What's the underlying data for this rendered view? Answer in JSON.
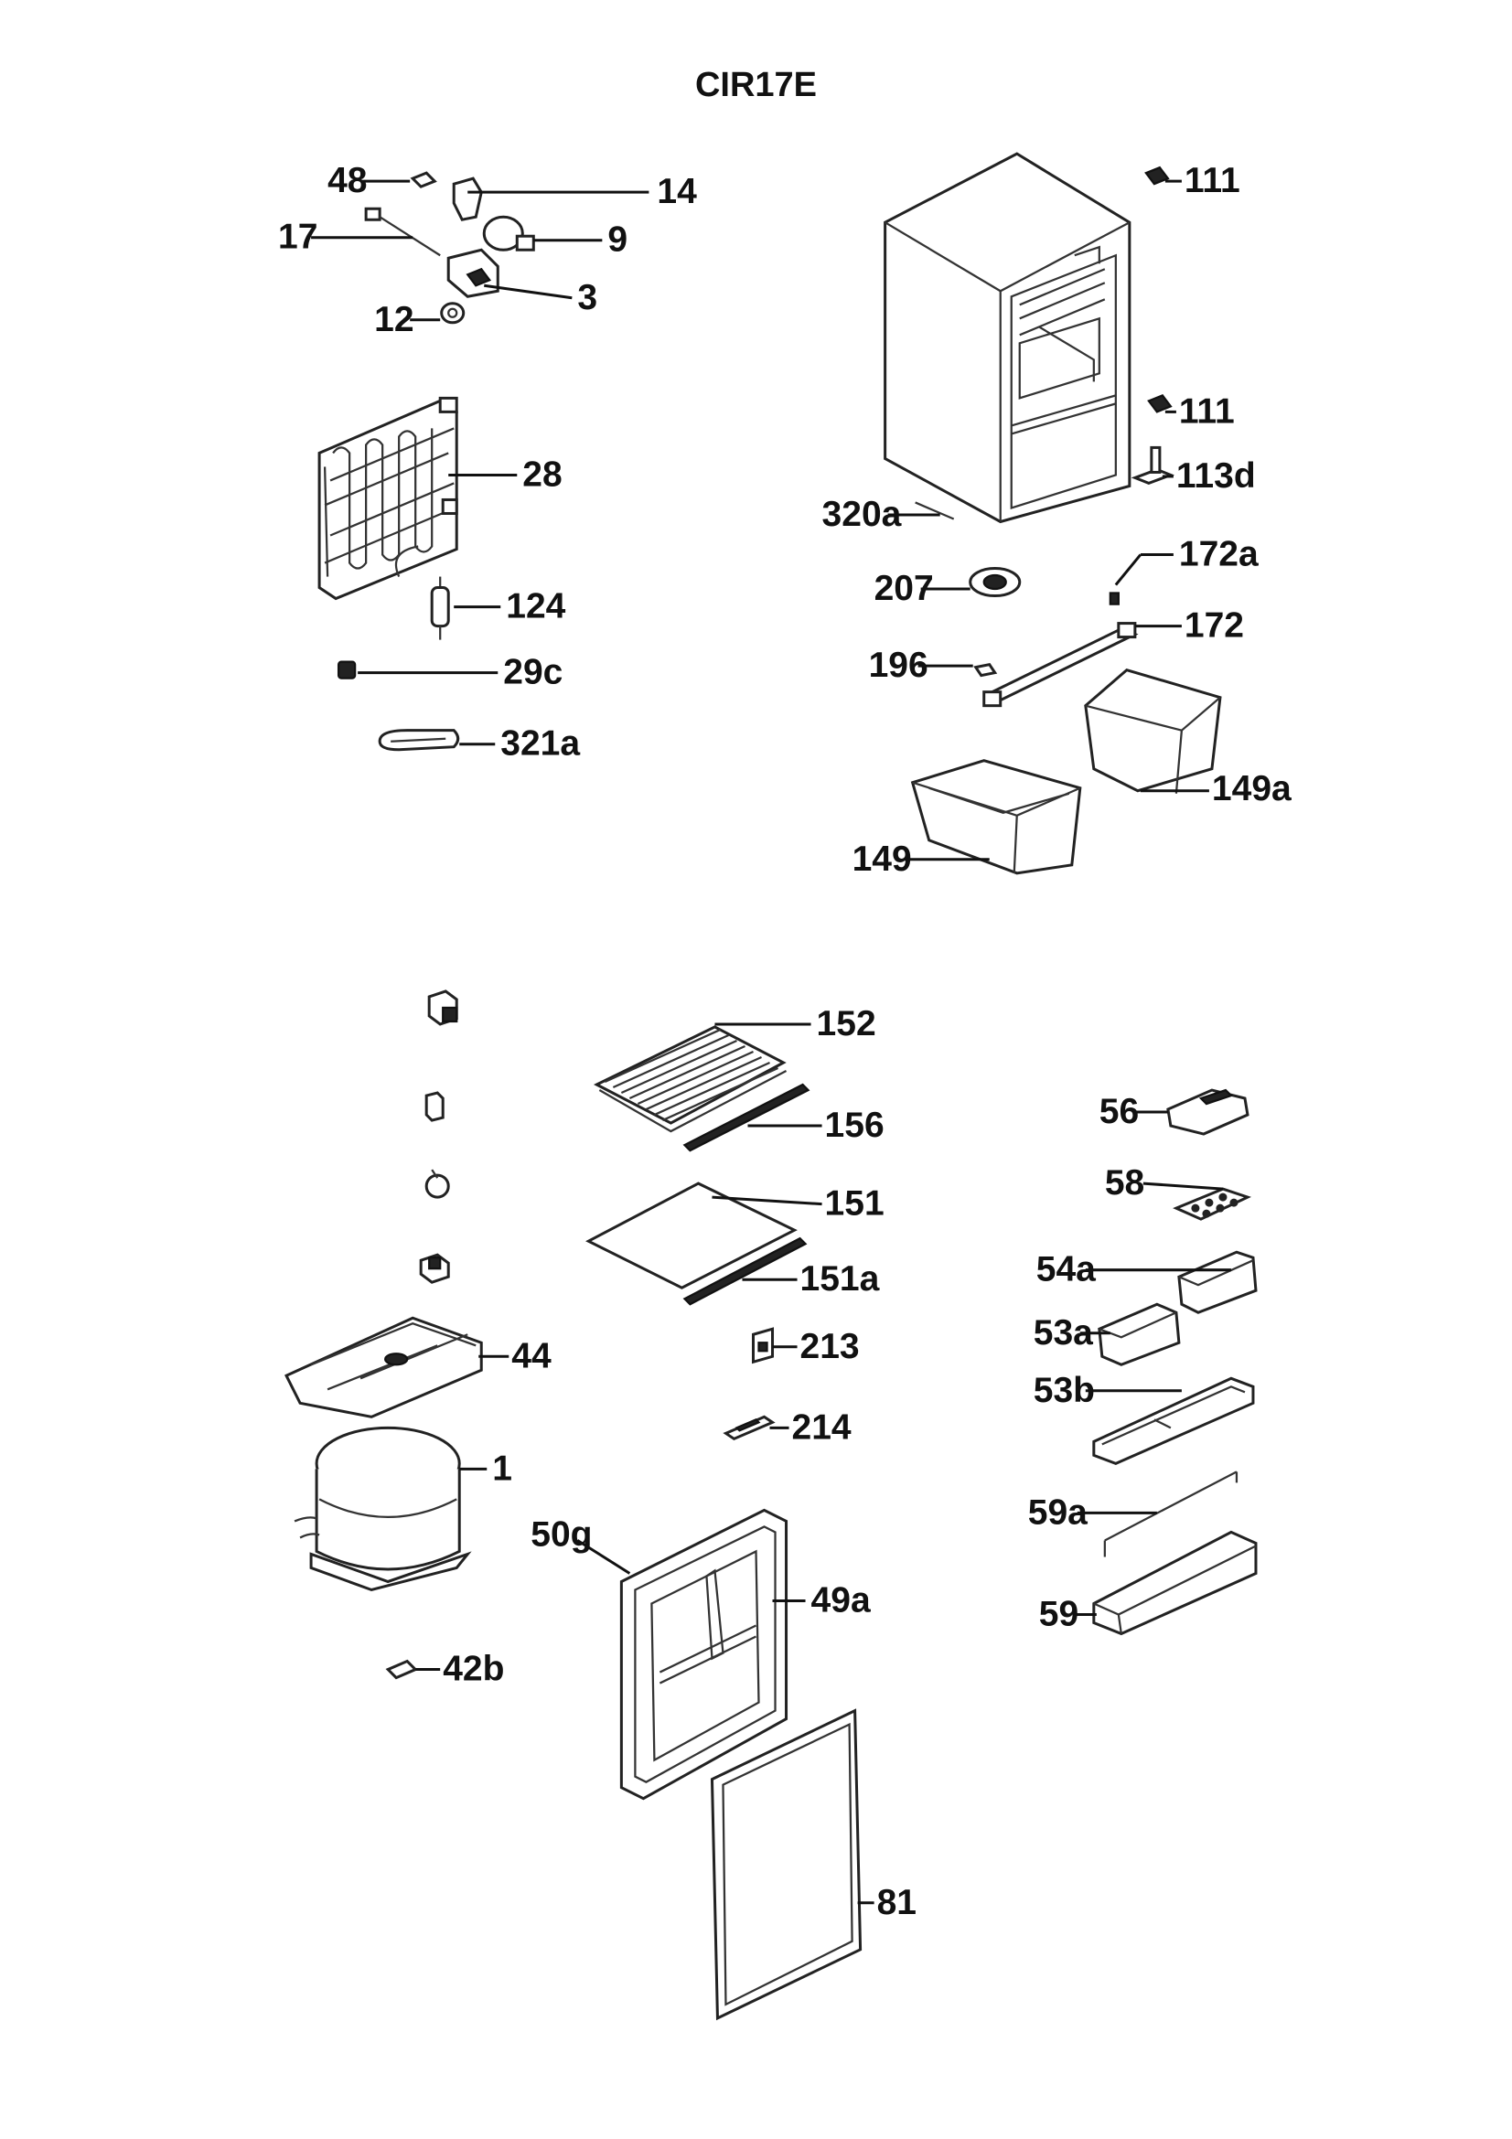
{
  "title": "CIR17E",
  "labels": {
    "p48": "48",
    "p14": "14",
    "p17": "17",
    "p9": "9",
    "p3": "3",
    "p12": "12",
    "p28": "28",
    "p124": "124",
    "p29c": "29c",
    "p321a": "321a",
    "p111a": "111",
    "p111b": "111",
    "p113d": "113d",
    "p320a": "320a",
    "p172a": "172a",
    "p207": "207",
    "p172": "172",
    "p196": "196",
    "p149a": "149a",
    "p149": "149",
    "p152": "152",
    "p156": "156",
    "p151": "151",
    "p151a": "151a",
    "p213": "213",
    "p214": "214",
    "p50g": "50g",
    "p49a": "49a",
    "p81": "81",
    "p44": "44",
    "p1": "1",
    "p42b": "42b",
    "p56": "56",
    "p58": "58",
    "p54a": "54a",
    "p53a": "53a",
    "p53b": "53b",
    "p59a": "59a",
    "p59": "59"
  }
}
